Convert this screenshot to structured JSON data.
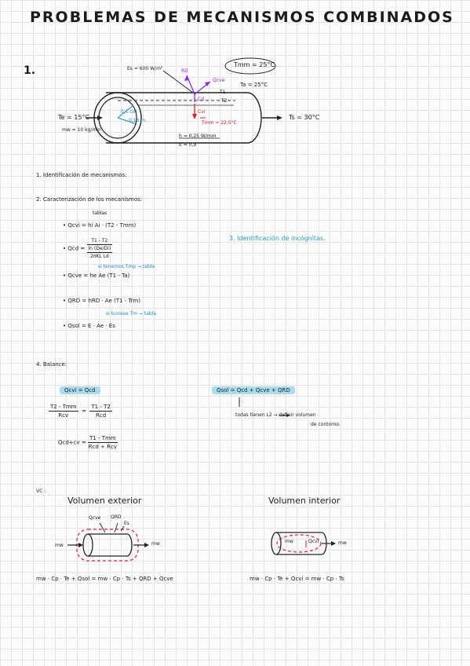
{
  "title": "PROBLEMAS DE MECANISMOS COMBINADOS",
  "problem_number": "1.",
  "diagram": {
    "Es": "Es = 600 W/m²",
    "RD": "RD",
    "Qcve": "Qcve",
    "Cd": "Cd",
    "Cvi": "Cvi",
    "T1": "T1",
    "T2": "T2",
    "Tmm_top": "Tmm = 25°C",
    "Ta": "Ta = 25°C",
    "Te": "Te = 15°C",
    "mw": "mw = 10 kg/min",
    "r_ext": "0,1 cm",
    "r_int": "0,18 m",
    "Tmm_in": "Tmm = 22,5°C",
    "Ts": "Ts = 30°C",
    "h": "h = 0,25 W/mm",
    "E": "E = 0,9"
  },
  "sec1": "1. Identificación de mecanismos:",
  "sec2": "2. Caracterización de los mecanismos:",
  "sec3": "3. Identificación de incógnitas.",
  "sec4": "4. Balance:",
  "eqs": {
    "tablas": "tablas",
    "qcvi_lhs": "Qcvi =",
    "qcvi_rhs": "hi Ai · (T2 - Tmm)",
    "qcd_lhs": "Qcd =",
    "qcd_num": "T1 - T2",
    "qcd_den_top": "ln (De/Di)",
    "qcd_den_bot": "2πKL Ld",
    "note_tmp": "si tenemos Tmp → tabla",
    "qcve": "Qcve = he Ae (T1 - Ta)",
    "qrd": "QRD = hRD · Ae (T1 - Trm)",
    "note_tm": "si tuviese Tm → tabla",
    "qsol": "Qsol = E · Ae · Es"
  },
  "balance": {
    "eq1": "Qcvi = Qcd",
    "eq2": "Qsol = Qcd + Qcve + QRD",
    "f1_num": "T2 - Tmm",
    "f1_den": "Rcv",
    "f2_num": "T1 - T2",
    "f2_den": "Rcd",
    "note": "todas tienen L2 → definir volumen",
    "note2": "de contorno.",
    "f3_lhs": "Qcd+cv =",
    "f3_num": "T1 - Tmm",
    "f3_den": "Rcd + Rcv"
  },
  "vc": {
    "label": "VC :",
    "ext_title": "Volumen exterior",
    "int_title": "Volumen interior",
    "ext_qcve": "Qcve",
    "ext_qrd": "QRD",
    "ext_es": "Es",
    "ext_mw_in": "mw",
    "ext_mw_out": "mw",
    "int_mw_in": "mw",
    "int_qcvi": "Qcvi",
    "int_mw_out": "mw",
    "eq_ext": "mw · Cp · Te + Qsol = mw · Cp · Ts + QRD + Qcve",
    "eq_int": "mw · Cp · Te + Qcvi = mw · Cp · Ts"
  }
}
